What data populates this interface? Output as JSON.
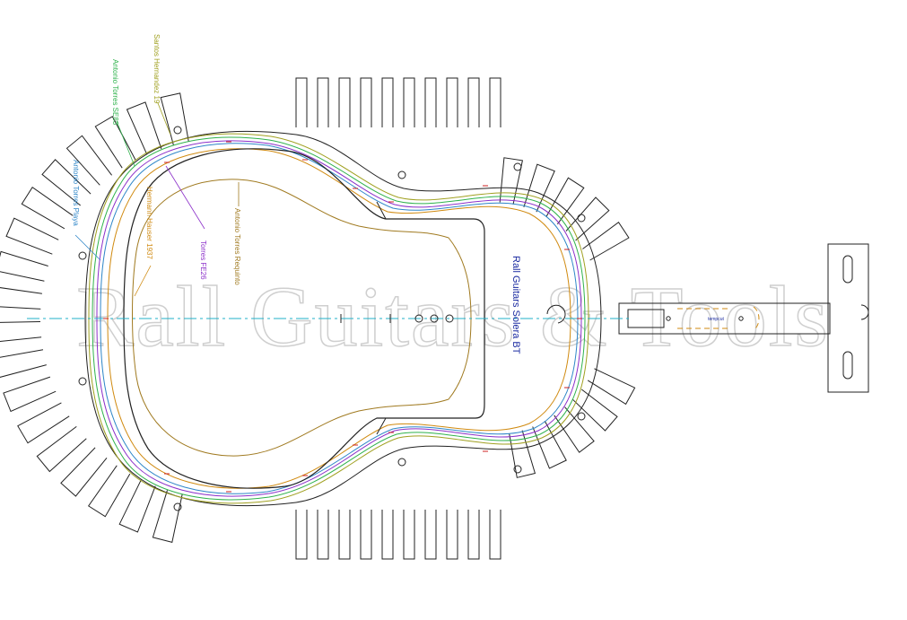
{
  "watermark": "Rall Guitars & Tools",
  "model_label": "Rall Guitars Solera BT",
  "tiny_label": "tempcut",
  "outlines": [
    {
      "id": "santos",
      "label": "Santos Hernandez 19",
      "color": "#a0a020"
    },
    {
      "id": "torres-se83",
      "label": "Antonio Torres SE83",
      "color": "#2fb24c"
    },
    {
      "id": "torres-playa",
      "label": "Antonio Torres Playa",
      "color": "#2e86c8"
    },
    {
      "id": "hauser",
      "label": "Hermann Hauser 1937",
      "color": "#d08a10"
    },
    {
      "id": "torres-fe26",
      "label": "Torres FE26",
      "color": "#8b2fc9"
    },
    {
      "id": "requinto",
      "label": "Antonio Torres Requinto",
      "color": "#a07a20"
    }
  ],
  "colors": {
    "mold": "#222222",
    "centerline": "#20b0c8",
    "watermark": "#d4d4d4",
    "model_label": "#1a2aa0",
    "marker": "#cc2222"
  }
}
